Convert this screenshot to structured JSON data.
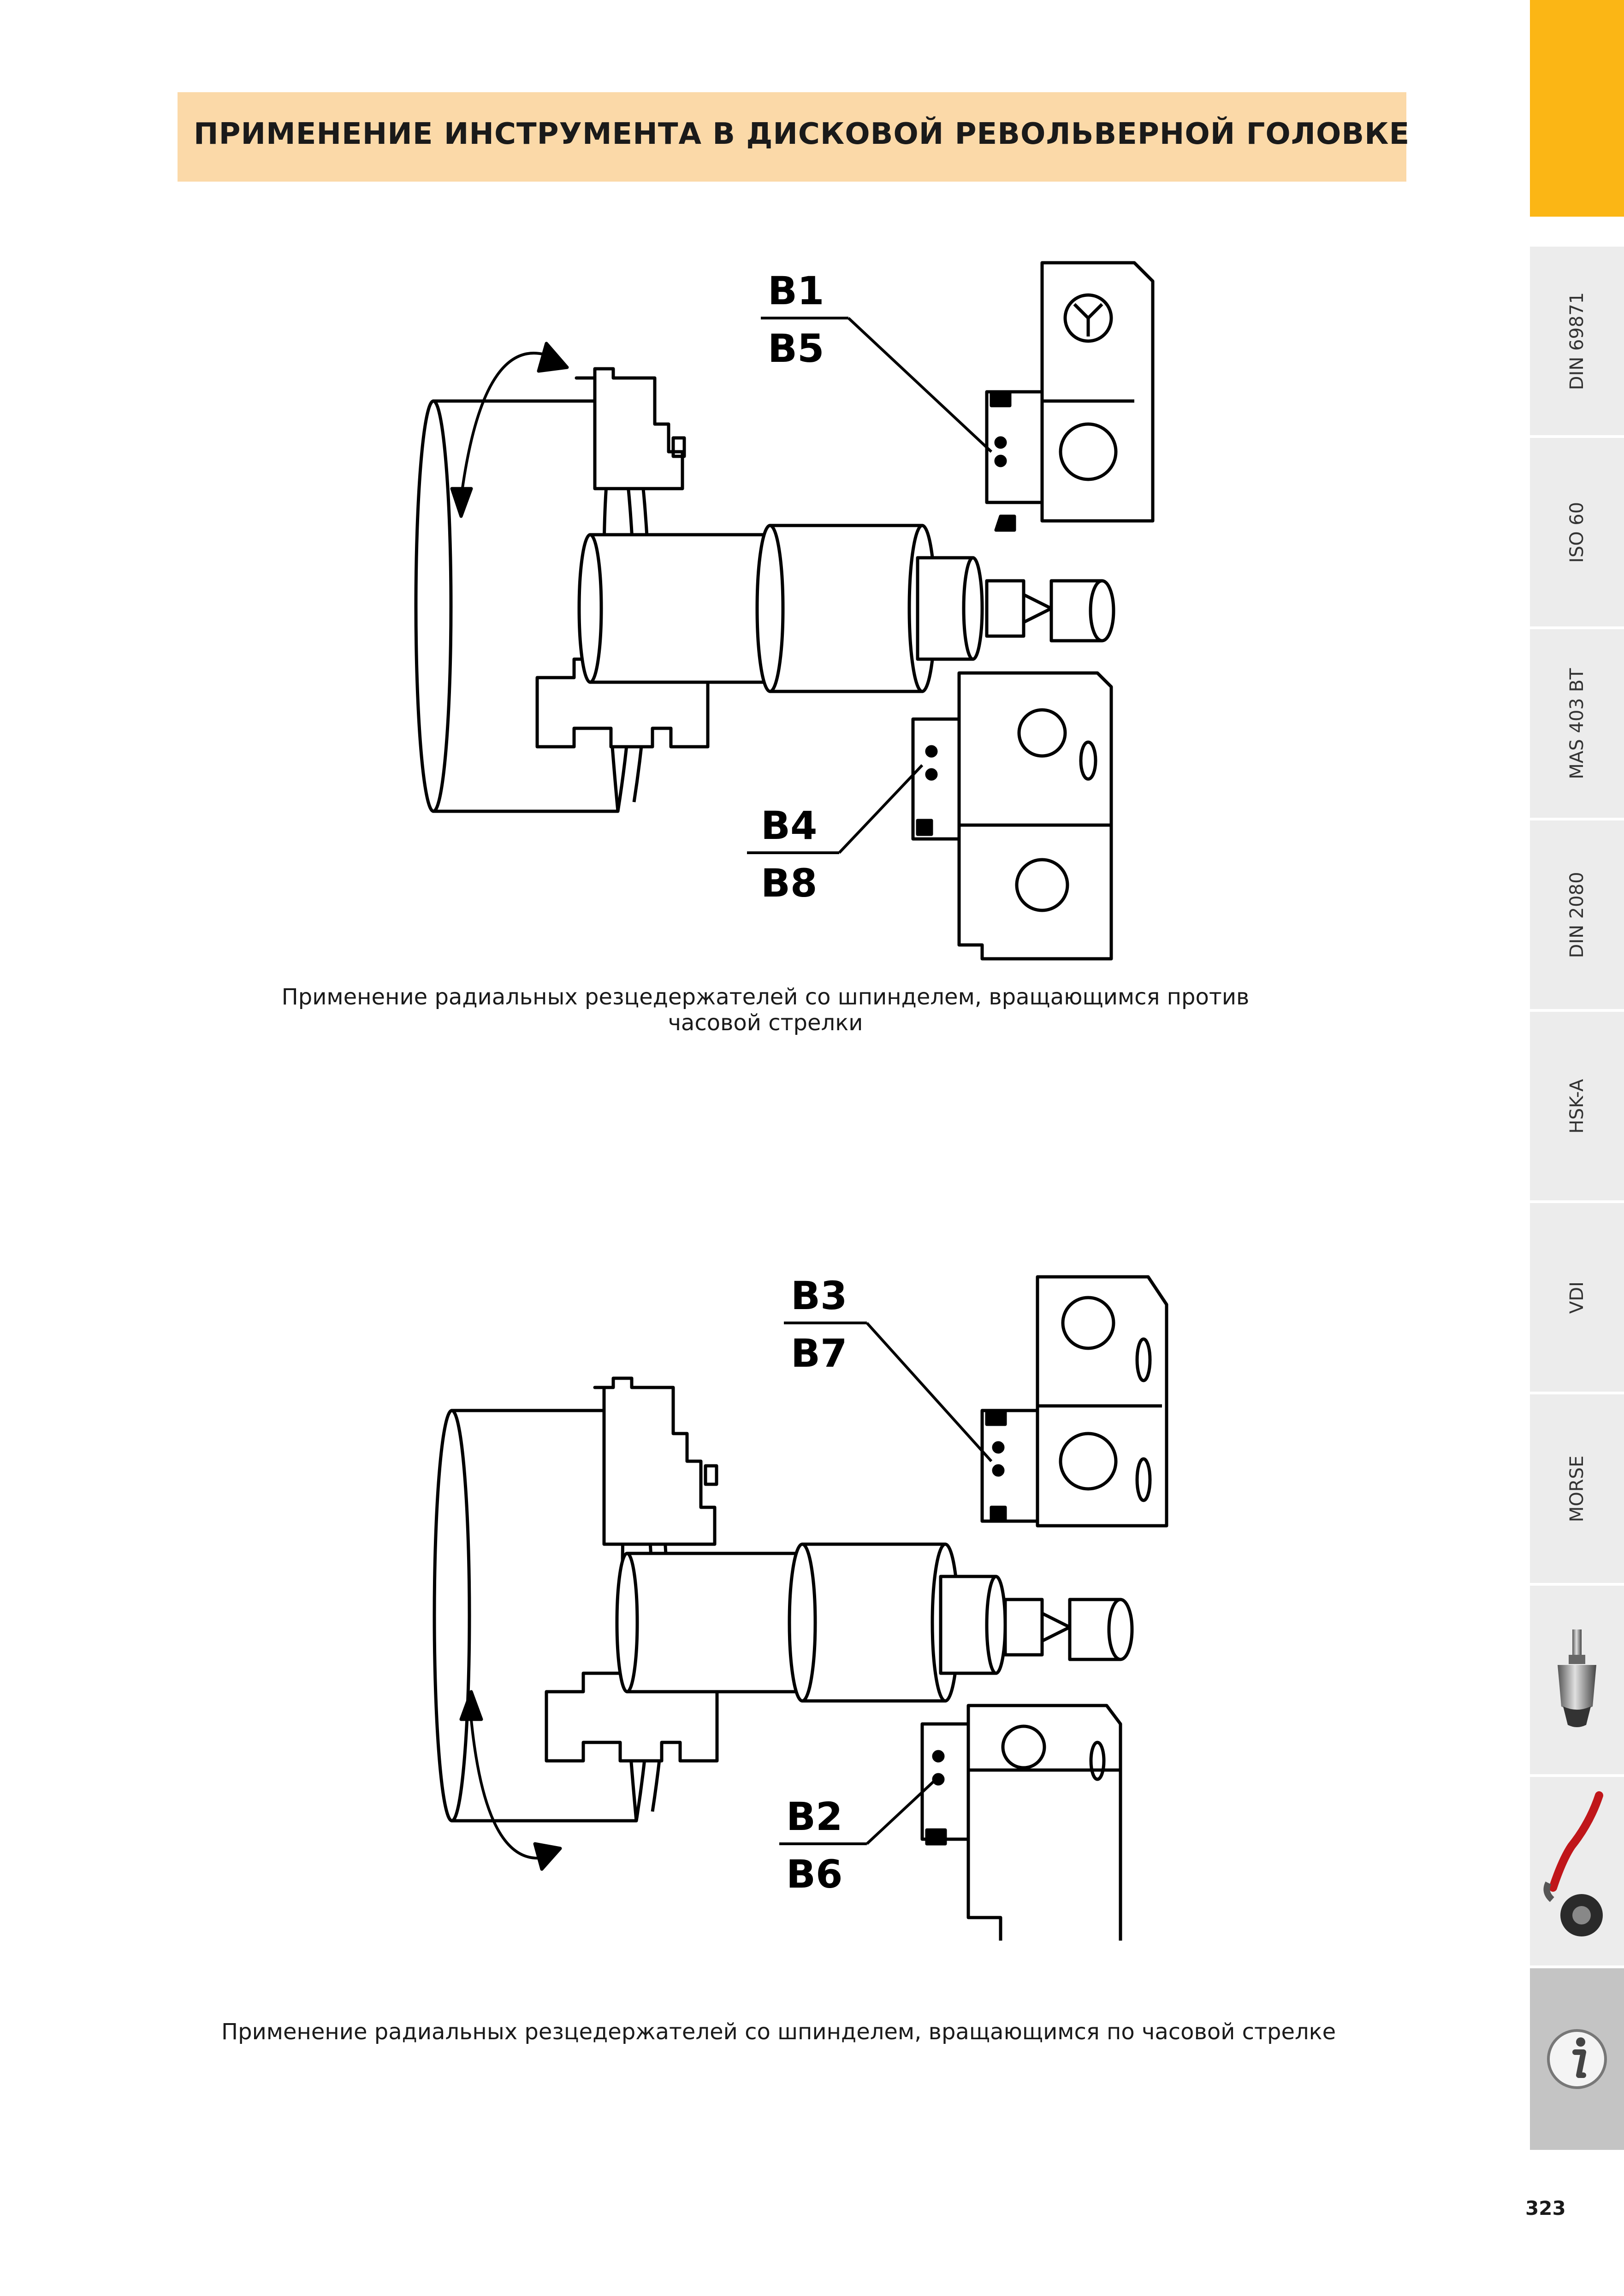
{
  "header": {
    "title": "ПРИМЕНЕНИЕ ИНСТРУМЕНТА В ДИСКОВОЙ РЕВОЛЬВЕРНОЙ ГОЛОВКЕ"
  },
  "sidebar": {
    "accent_color": "#fbb615",
    "tabs": [
      {
        "label": "DIN 69871"
      },
      {
        "label": "ISO 60"
      },
      {
        "label": "MAS 403 BT"
      },
      {
        "label": "DIN 2080"
      },
      {
        "label": "HSK-A"
      },
      {
        "label": "VDI"
      },
      {
        "label": "MORSE"
      },
      {
        "icon": "drill-chuck-icon"
      },
      {
        "icon": "wrench-and-nut-icon"
      },
      {
        "icon": "info-icon"
      }
    ]
  },
  "figure1": {
    "label_top_1": "B1",
    "label_top_2": "B5",
    "label_bottom_1": "B4",
    "label_bottom_2": "B8",
    "caption": "Применение радиальных резцедержателей со шпинделем, вращающимся против часовой стрелки"
  },
  "figure2": {
    "label_top_1": "B3",
    "label_top_2": "B7",
    "label_bottom_1": "B2",
    "label_bottom_2": "B6",
    "caption": "Применение радиальных резцедержателей со шпинделем, вращающимся по часовой стрелке"
  },
  "page_number": "323"
}
